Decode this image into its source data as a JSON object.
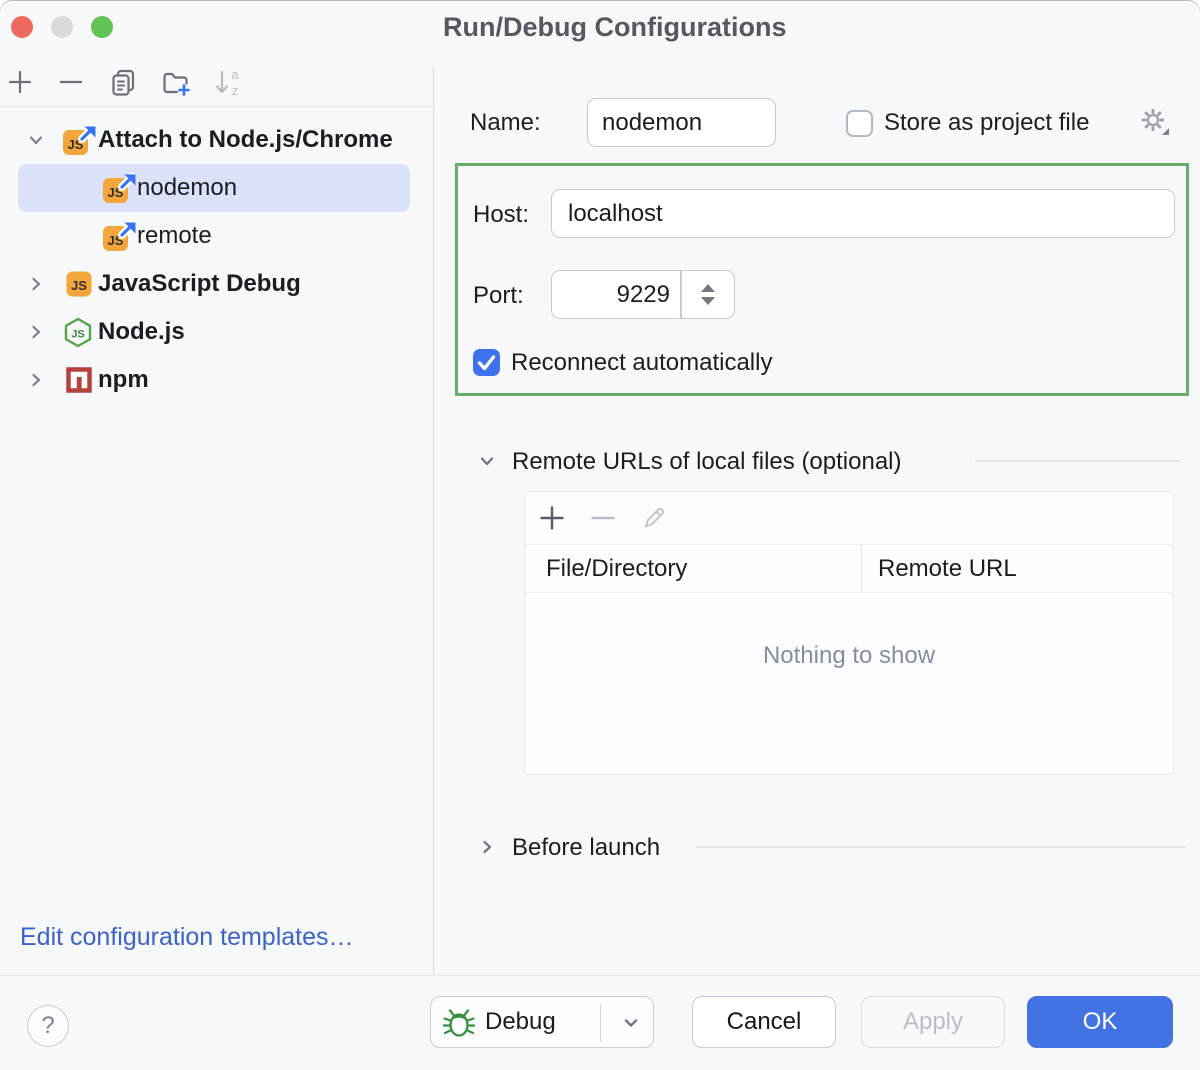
{
  "window": {
    "title": "Run/Debug Configurations",
    "traffic_lights": [
      "close",
      "minimize",
      "zoom"
    ]
  },
  "sidebar": {
    "toolbar": {
      "add": {
        "icon": "plus-icon",
        "enabled": true
      },
      "remove": {
        "icon": "minus-icon",
        "enabled": true
      },
      "copy": {
        "icon": "copy-icon",
        "enabled": true
      },
      "new_folder": {
        "icon": "new-folder-icon",
        "enabled": true
      },
      "sort": {
        "icon": "sort-az-icon",
        "enabled": false,
        "letters": {
          "a": "a",
          "z": "z"
        }
      }
    },
    "tree": [
      {
        "label": "Attach to Node.js/Chrome",
        "icon": "js-attach-icon",
        "expanded": true,
        "level": 0,
        "selected": false
      },
      {
        "label": "nodemon",
        "icon": "js-attach-icon",
        "level": 1,
        "selected": true
      },
      {
        "label": "remote",
        "icon": "js-attach-icon",
        "level": 1,
        "selected": false
      },
      {
        "label": "JavaScript Debug",
        "icon": "js-icon",
        "expanded": false,
        "level": 0,
        "selected": false
      },
      {
        "label": "Node.js",
        "icon": "nodejs-icon",
        "expanded": false,
        "level": 0,
        "selected": false
      },
      {
        "label": "npm",
        "icon": "npm-icon",
        "expanded": false,
        "level": 0,
        "selected": false
      }
    ],
    "edit_templates_link": "Edit configuration templates…"
  },
  "form": {
    "name": {
      "label": "Name:",
      "value": "nodemon"
    },
    "store_as_project_file": {
      "label": "Store as project file",
      "checked": false,
      "icon": "gear-icon"
    },
    "host": {
      "label": "Host:",
      "value": "localhost"
    },
    "port": {
      "label": "Port:",
      "value": "9229",
      "stepper_icon": "stepper-up-down-icon"
    },
    "reconnect": {
      "label": "Reconnect automatically",
      "checked": true
    }
  },
  "remote_urls": {
    "title": "Remote URLs of local files (optional)",
    "expanded": true,
    "toolbar": {
      "add": "plus-icon",
      "remove": "minus-icon",
      "edit": "pencil-icon"
    },
    "columns": [
      "File/Directory",
      "Remote URL"
    ],
    "rows": [],
    "empty_text": "Nothing to show"
  },
  "before_launch": {
    "title": "Before launch",
    "expanded": false
  },
  "footer": {
    "help": "?",
    "debug": {
      "label": "Debug",
      "icon": "bug-icon",
      "has_dropdown": true
    },
    "cancel": {
      "label": "Cancel",
      "enabled": true
    },
    "apply": {
      "label": "Apply",
      "enabled": false
    },
    "ok": {
      "label": "OK",
      "enabled": true,
      "default": true
    }
  },
  "colors": {
    "accent_blue": "#3d72ec",
    "ok_blue": "#4372e2",
    "validation_green": "#68ae68",
    "selection_bg": "#dce1fa",
    "link_blue": "#3c63c9",
    "js_icon_orange": "#f2a63c",
    "nodejs_green": "#57a24c",
    "npm_red": "#b5413c",
    "traffic_red": "#ee6a5f",
    "traffic_gray": "#d9d9d8",
    "traffic_green": "#61c454"
  }
}
